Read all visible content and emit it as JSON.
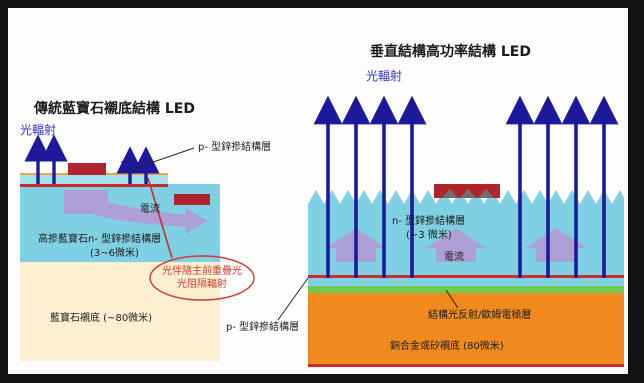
{
  "left": {
    "title": "傳統藍寶石襯底結構 LED",
    "emission": "光輻射",
    "p_gan_label": "p- 型鋅摻結構層",
    "current_label": "電流",
    "n_gan_label": "高摻藍寶石n- 型鋅摻結構層",
    "n_gan_thickness": "(3~6微米)",
    "substrate_label": "藍寶石襯底 (~80微米)",
    "callout": [
      "光伴隨主前重疊光",
      "光阻隔輻射"
    ]
  },
  "right": {
    "title": "垂直結構高功率結構 LED",
    "emission": "光輻射",
    "n_gan_label": "n- 型鋅摻結構層",
    "n_gan_thickness": "(~3 微米)",
    "current_label": "電流",
    "p_gan_label": "p- 型鋅摻結構層",
    "reflector_label": "結構光反射/歐姆電極層",
    "substrate_label": "銅合金或矽襯底 (80微米)"
  },
  "colors": {
    "arrow": "#1c1a9a",
    "blue_layer": "#7fd0e2",
    "purple": "#b29ad6",
    "red": "#cc2b2b",
    "orange": "#f08a1e",
    "sapphire": "#fcf0d0",
    "green": "#6fcb4f"
  },
  "icons": [
    "emission-arrow-icon",
    "current-flow-arrow-icon",
    "leader-line-icon"
  ]
}
